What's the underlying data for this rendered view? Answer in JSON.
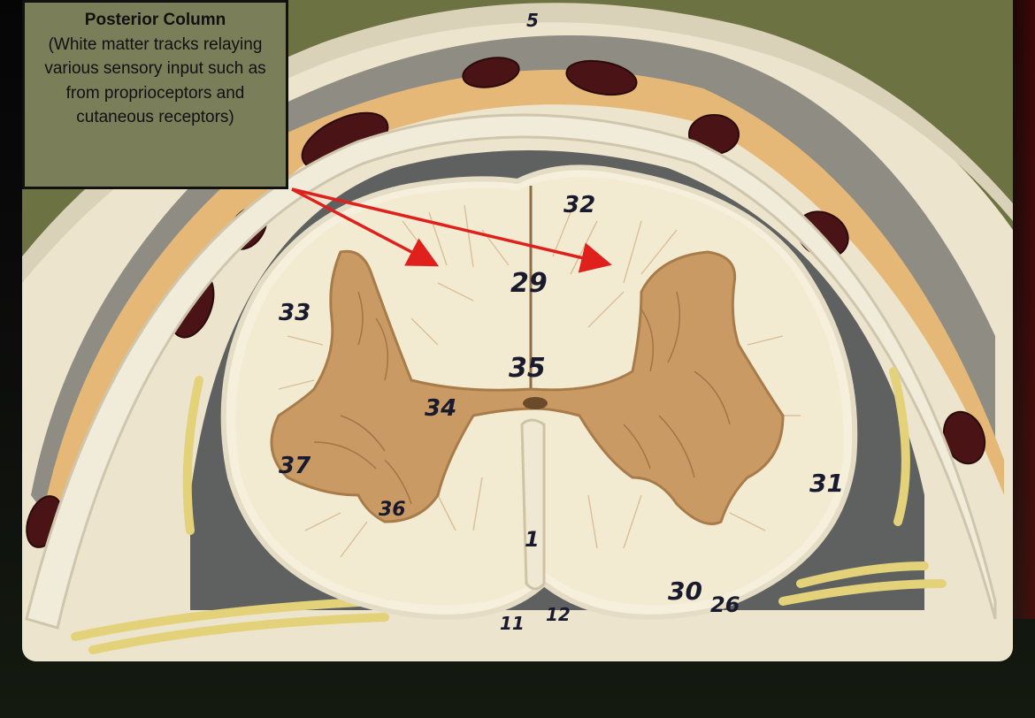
{
  "label": {
    "title": "Posterior Column",
    "description": "(White matter tracks relaying various sensory input such as from proprioceptors and cutaneous receptors)"
  },
  "model_numbers": [
    "32",
    "33",
    "29",
    "35",
    "34",
    "37",
    "36",
    "31",
    "30",
    "26",
    "1",
    "11",
    "12",
    "5"
  ],
  "colors": {
    "arrow": "#e0201c",
    "grey_matter": "#c99a63",
    "white_matter": "#f3ead2",
    "background_green": "#6e7443",
    "fat_layer": "#e6b877",
    "vessel": "#4a1416"
  }
}
